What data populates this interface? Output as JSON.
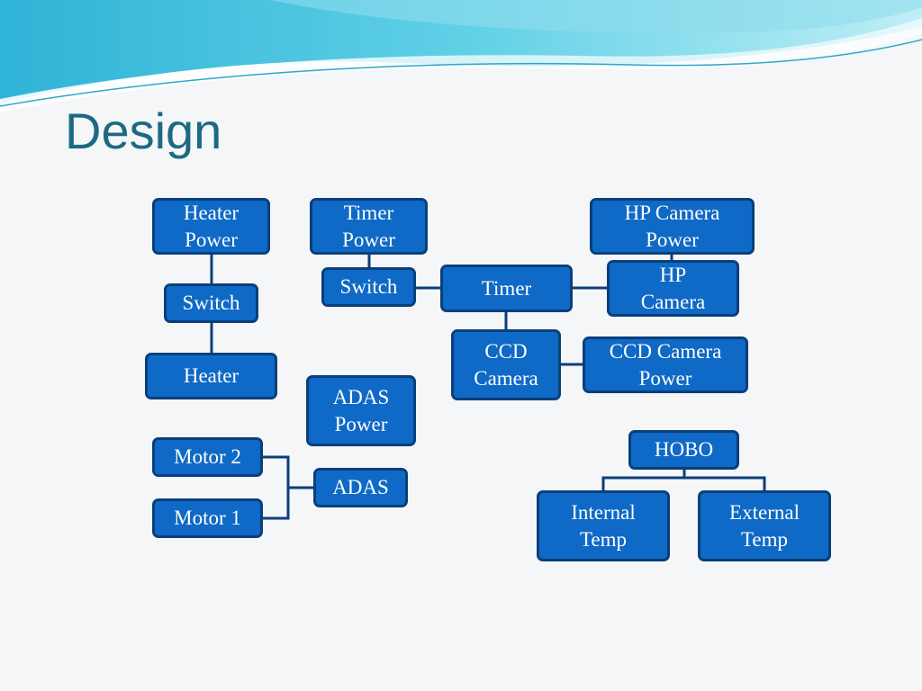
{
  "slide": {
    "title": "Design",
    "accent_color": "#1c6a82",
    "node_fill": "#0f69c6",
    "node_border": "#0a3f7a"
  },
  "diagram": {
    "nodes": {
      "heater_power": "Heater\nPower",
      "heater_switch": "Switch",
      "heater": "Heater",
      "timer_power": "Timer\nPower",
      "timer_switch": "Switch",
      "timer": "Timer",
      "hp_camera_power": "HP Camera\nPower",
      "hp_camera": "HP\nCamera",
      "ccd_camera": "CCD\nCamera",
      "ccd_camera_power": "CCD Camera\nPower",
      "adas_power": "ADAS\nPower",
      "adas": "ADAS",
      "motor_2": "Motor 2",
      "motor_1": "Motor 1",
      "hobo": "HOBO",
      "internal_temp": "Internal\nTemp",
      "external_temp": "External\nTemp"
    },
    "edges": [
      [
        "heater_power",
        "heater_switch"
      ],
      [
        "heater_switch",
        "heater"
      ],
      [
        "timer_power",
        "timer_switch"
      ],
      [
        "timer_switch",
        "timer"
      ],
      [
        "timer",
        "hp_camera"
      ],
      [
        "hp_camera_power",
        "hp_camera"
      ],
      [
        "timer",
        "ccd_camera"
      ],
      [
        "ccd_camera",
        "ccd_camera_power"
      ],
      [
        "motor_2",
        "adas"
      ],
      [
        "motor_1",
        "adas"
      ],
      [
        "hobo",
        "internal_temp"
      ],
      [
        "hobo",
        "external_temp"
      ]
    ]
  }
}
